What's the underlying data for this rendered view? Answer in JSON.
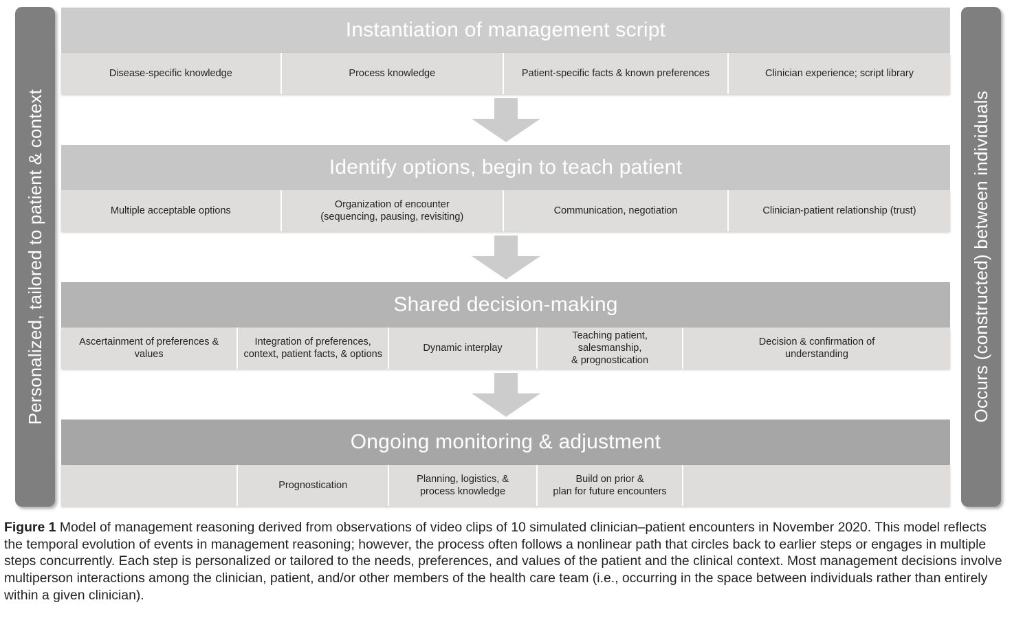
{
  "figure": {
    "left_bar_label": "Personalized, tailored to patient & context",
    "right_bar_label": "Occurs (constructed) between individuals",
    "bar_color": "#7f7f7f",
    "sub_cell_color": "#dedddb",
    "steps": [
      {
        "title": "Instantiation of management script",
        "header_color": "#cccccc",
        "cells": [
          {
            "label": "Disease-specific knowledge",
            "width_pct": 24.8
          },
          {
            "label": "Process knowledge",
            "width_pct": 25.0
          },
          {
            "label": "Patient-specific facts & known preferences",
            "width_pct": 25.3
          },
          {
            "label": "Clinician experience; script library",
            "width_pct": 24.9
          }
        ]
      },
      {
        "title": "Identify options, begin to teach patient",
        "header_color": "#c6c6c6",
        "cells": [
          {
            "label": "Multiple acceptable options",
            "width_pct": 24.8
          },
          {
            "label": "Organization of encounter\n(sequencing, pausing, revisiting)",
            "width_pct": 25.0
          },
          {
            "label": "Communication, negotiation",
            "width_pct": 25.3
          },
          {
            "label": "Clinician-patient relationship (trust)",
            "width_pct": 24.9
          }
        ]
      },
      {
        "title": "Shared decision-making",
        "header_color": "#b4b4b4",
        "cells": [
          {
            "label": "Ascertainment of preferences &\nvalues",
            "width_pct": 19.9
          },
          {
            "label": "Integration of preferences,\ncontext, patient facts, & options",
            "width_pct": 17.0
          },
          {
            "label": "Dynamic interplay",
            "width_pct": 16.7
          },
          {
            "label": "Teaching patient, salesmanship,\n& prognostication",
            "width_pct": 16.4
          },
          {
            "label": "Decision & confirmation of\nunderstanding",
            "width_pct": 30.0
          }
        ]
      },
      {
        "title": "Ongoing monitoring & adjustment",
        "header_color": "#a6a6a6",
        "cells": [
          {
            "label": "",
            "width_pct": 19.9
          },
          {
            "label": "Prognostication",
            "width_pct": 17.0
          },
          {
            "label": "Planning, logistics, &\nprocess knowledge",
            "width_pct": 16.7
          },
          {
            "label": "Build on prior &\nplan for future encounters",
            "width_pct": 16.4
          },
          {
            "label": "",
            "width_pct": 30.0
          }
        ]
      }
    ],
    "arrow_color": "#cccccc",
    "arrow_name": "down-arrow-connector"
  },
  "caption": {
    "figure_number": "Figure 1",
    "text": " Model of management reasoning derived from observations of video clips of 10 simulated clinician–patient encounters in November 2020. This model reflects the temporal evolution of events in management reasoning; however, the process often follows a nonlinear path that circles back to earlier steps or engages in multiple steps concurrently. Each step is personalized or tailored to the needs, preferences, and values of the patient and the clinical context. Most management decisions involve multiperson interactions among the clinician, patient, and/or other members of the health care team (i.e., occurring in the space between individuals rather than entirely within a given clinician)."
  }
}
